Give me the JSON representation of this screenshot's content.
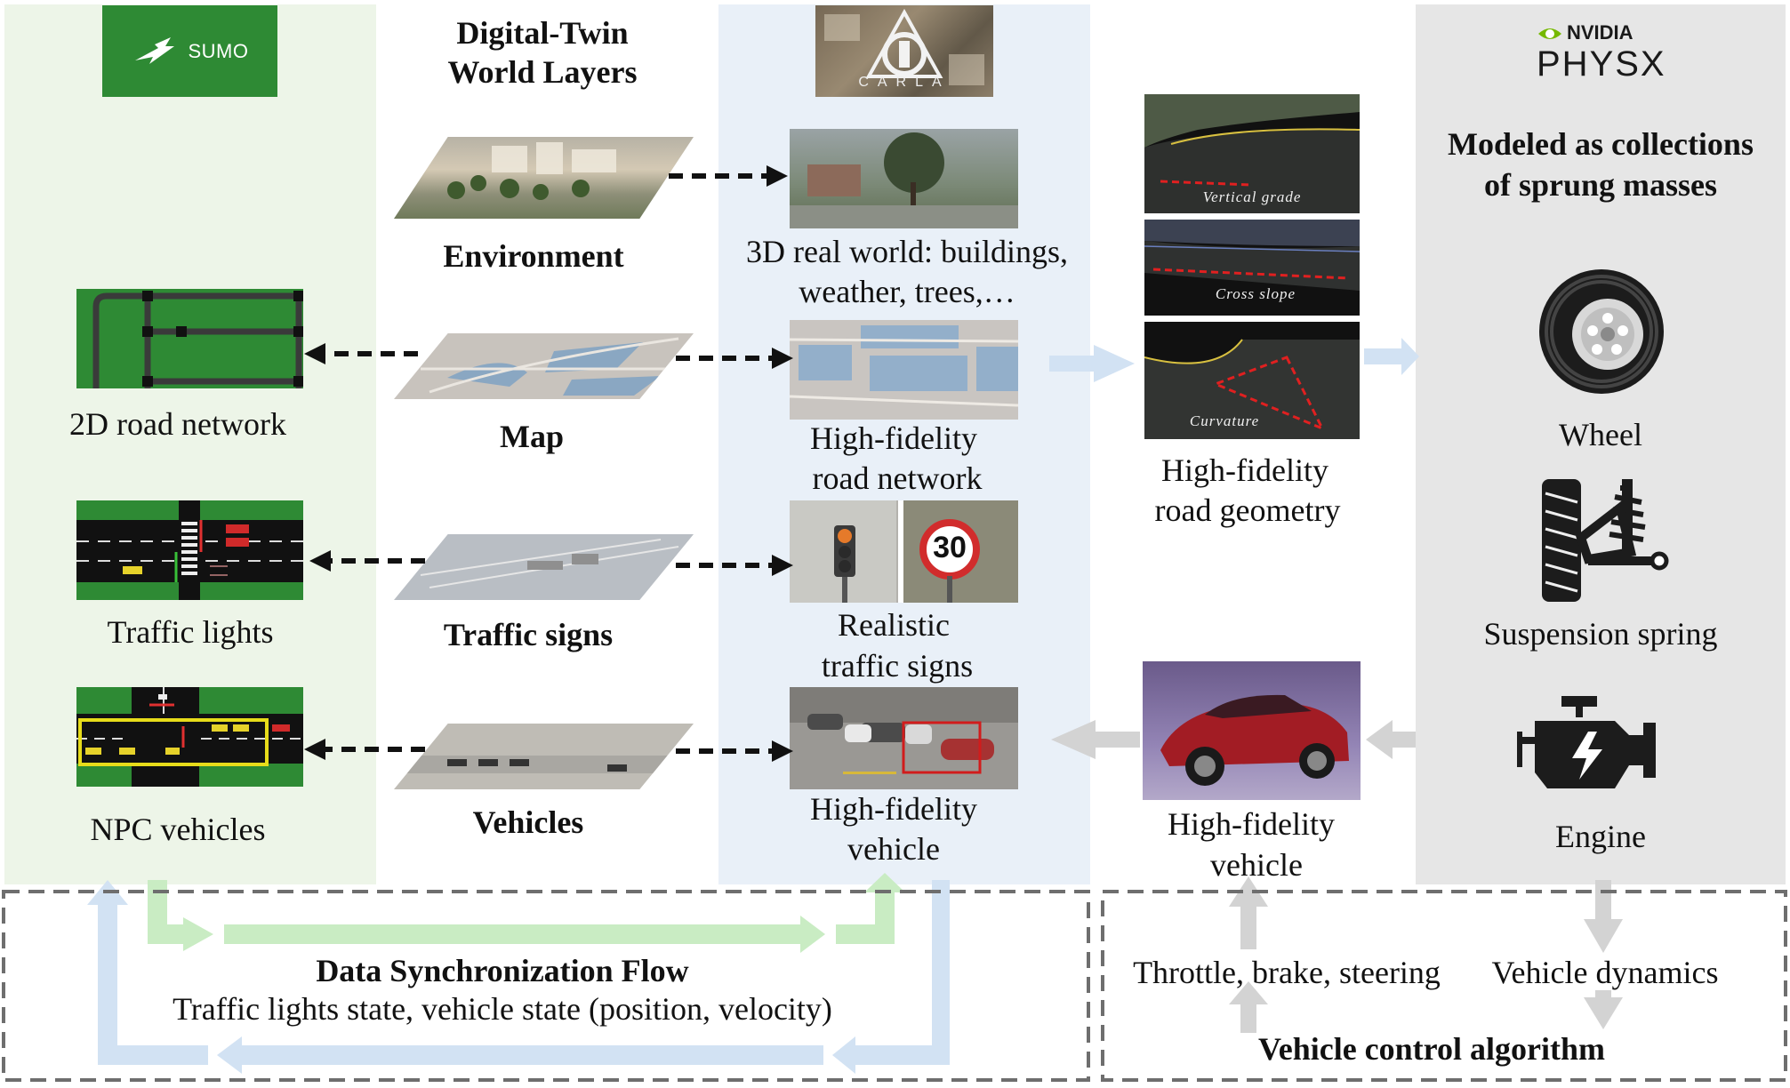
{
  "title": {
    "line1": "Digital-Twin",
    "line2": "World Layers"
  },
  "logos": {
    "sumo": "SUMO",
    "carla": "CARLA",
    "nvidia": "NVIDIA",
    "physx": "PHYSX"
  },
  "layers": {
    "environment": "Environment",
    "map": "Map",
    "traffic_signs": "Traffic signs",
    "vehicles": "Vehicles"
  },
  "sumo": {
    "road_network": "2D road network",
    "traffic_lights": "Traffic lights",
    "npc_vehicles": "NPC vehicles"
  },
  "carla": {
    "env_line1": "3D real world: buildings,",
    "env_line2": "weather, trees,…",
    "road_line1": "High-fidelity",
    "road_line2": "road network",
    "signs_line1": "Realistic",
    "signs_line2": "traffic signs",
    "vehicle_line1": "High-fidelity",
    "vehicle_line2": "vehicle",
    "speed_sign": "30"
  },
  "geometry": {
    "vertical_grade": "Vertical grade",
    "cross_slope": "Cross slope",
    "curvature": "Curvature",
    "label_line1": "High-fidelity",
    "label_line2": "road geometry"
  },
  "vehicle_mid": {
    "line1": "High-fidelity",
    "line2": "vehicle"
  },
  "physx": {
    "heading_line1": "Modeled as collections",
    "heading_line2": "of sprung masses",
    "wheel": "Wheel",
    "suspension": "Suspension spring",
    "engine": "Engine"
  },
  "sync": {
    "title": "Data Synchronization Flow",
    "subtitle": "Traffic lights state, vehicle state (position, velocity)"
  },
  "control": {
    "inputs": "Throttle, brake, steering",
    "dynamics": "Vehicle dynamics",
    "title": "Vehicle control algorithm"
  },
  "colors": {
    "sumo_panel": "#edf5e8",
    "carla_panel": "#e9f0f8",
    "physx_panel": "#e6e6e6",
    "sumo_green": "#2e8a34",
    "flow_green": "#c9ecc3",
    "flow_blue": "#d2e2f3",
    "flow_gray": "#d3d3d3"
  }
}
